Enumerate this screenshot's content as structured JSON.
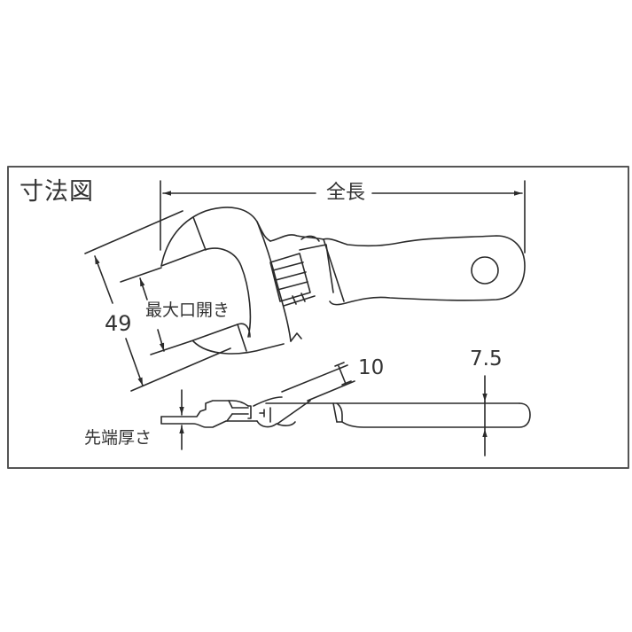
{
  "figure": {
    "title": "寸法図",
    "subject": "adjustable-wrench",
    "line_color": "#2a2a2a",
    "border_color": "#555555",
    "background": "#ffffff"
  },
  "dimensions": {
    "total_length": {
      "label": "全長"
    },
    "head_width": {
      "label": "49",
      "value": 49,
      "unit": "mm"
    },
    "max_opening": {
      "label": "最大口開き"
    },
    "jaw_thickness": {
      "label": "10",
      "value": 10,
      "unit": "mm"
    },
    "handle_thickness": {
      "label": "7.5",
      "value": 7.5,
      "unit": "mm"
    },
    "tip_thickness": {
      "label": "先端厚さ"
    }
  },
  "views": [
    {
      "name": "top-view",
      "description": "wrench plan view with jaw, worm gear and handle with hanging hole"
    },
    {
      "name": "side-view",
      "description": "wrench side profile"
    }
  ]
}
